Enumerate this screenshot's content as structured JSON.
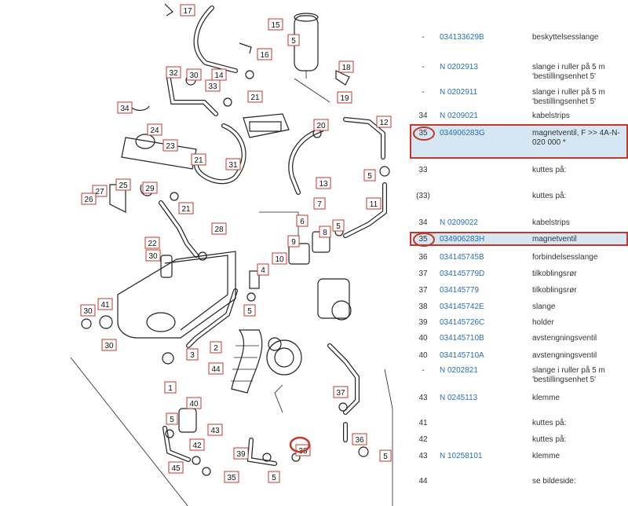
{
  "diagram": {
    "callouts": [
      "17",
      "15",
      "5",
      "16",
      "14",
      "33",
      "30",
      "32",
      "21",
      "18",
      "34",
      "19",
      "20",
      "12",
      "24",
      "23",
      "21",
      "31",
      "13",
      "5",
      "27",
      "25",
      "29",
      "26",
      "21",
      "7",
      "11",
      "22",
      "28",
      "30",
      "6",
      "9",
      "5",
      "10",
      "4",
      "8",
      "5",
      "3",
      "41",
      "30",
      "1",
      "2",
      "44",
      "30",
      "40",
      "5",
      "37",
      "36",
      "43",
      "42",
      "45",
      "35",
      "38",
      "39",
      "5",
      "5"
    ],
    "highlighted_callout": "35",
    "accent_color": "#c0392b"
  },
  "table": {
    "rows": [
      {
        "num": "-",
        "part": "034133629B",
        "desc": "beskyttelsesslange"
      },
      {
        "num": "-",
        "part": "N 0202913",
        "desc": "slange i ruller på 5 m 'bestillingsenhet 5'"
      },
      {
        "num": "-",
        "part": "N 0202911",
        "desc": "slange i ruller på 5 m 'bestillingsenhet 5'"
      },
      {
        "num": "34",
        "part": "N 0209021",
        "desc": "kabelstrips"
      },
      {
        "num": "35",
        "part": "034906283G",
        "desc": "magnetventil, F >> 4A-N-020 000 *"
      },
      {
        "num": "33",
        "part": "",
        "desc": "kuttes på:"
      },
      {
        "num": "(33)",
        "part": "",
        "desc": "kuttes på:"
      },
      {
        "num": "34",
        "part": "N 0209022",
        "desc": "kabelstrips"
      },
      {
        "num": "35",
        "part": "034906283H",
        "desc": "magnetventil"
      },
      {
        "num": "36",
        "part": "034145745B",
        "desc": "forbindelsesslange"
      },
      {
        "num": "37",
        "part": "034145779D",
        "desc": "tilkoblingsrør"
      },
      {
        "num": "37",
        "part": "034145779",
        "desc": "tilkoblingsrør"
      },
      {
        "num": "38",
        "part": "034145742E",
        "desc": "slange"
      },
      {
        "num": "39",
        "part": "034145726C",
        "desc": "holder"
      },
      {
        "num": "40",
        "part": "034145710B",
        "desc": "avstengningsventil"
      },
      {
        "num": "40",
        "part": "034145710A",
        "desc": "avstengningsventil"
      },
      {
        "num": "-",
        "part": "N 0202821",
        "desc": "slange i ruller på 5 m 'bestillingsenhet 5'"
      },
      {
        "num": "43",
        "part": "N 0245113",
        "desc": "klemme"
      },
      {
        "num": "41",
        "part": "",
        "desc": "kuttes på:"
      },
      {
        "num": "42",
        "part": "",
        "desc": "kuttes på:"
      },
      {
        "num": "43",
        "part": "N 10258101",
        "desc": "klemme"
      },
      {
        "num": "44",
        "part": "",
        "desc": "se bildeside:"
      }
    ]
  }
}
